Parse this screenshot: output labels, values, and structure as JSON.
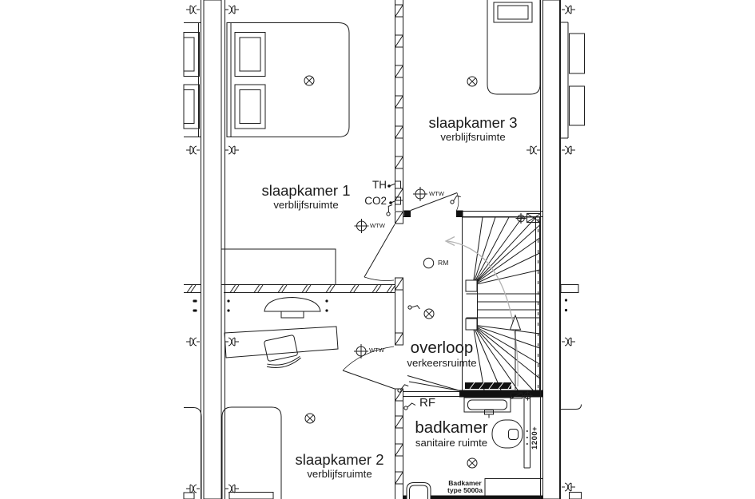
{
  "plan": {
    "background_color": "#ffffff",
    "line_color": "#1c1c1c",
    "walking_line_color": "#b3b3b3",
    "rooms": {
      "slaapkamer1": {
        "name": "slaapkamer 1",
        "function": "verblijfsruimte"
      },
      "slaapkamer2": {
        "name": "slaapkamer 2",
        "function": "verblijfsruimte"
      },
      "slaapkamer3": {
        "name": "slaapkamer 3",
        "function": "verblijfsruimte"
      },
      "overloop": {
        "name": "overloop",
        "function": "verkeersruimte"
      },
      "badkamer": {
        "name": "badkamer",
        "function": "sanitaire ruimte",
        "spec_line1": "Badkamer",
        "spec_line2": "type 5000a"
      }
    },
    "annotations": {
      "th": "TH",
      "co2": "CO2",
      "wtw": "WTW",
      "rm": "RM",
      "rf": "RF",
      "height_marker": "1200+"
    },
    "icons": {
      "ceiling_light_icon": "circle-with-x",
      "wtw_valve_icon": "circle-with-cross",
      "smoke_detector_icon": "circle",
      "wall_tie_icon": "double-hook",
      "stair_direction_arrow_icon": "up-arrow",
      "extract_grille_icon": "rect-with-x"
    }
  }
}
